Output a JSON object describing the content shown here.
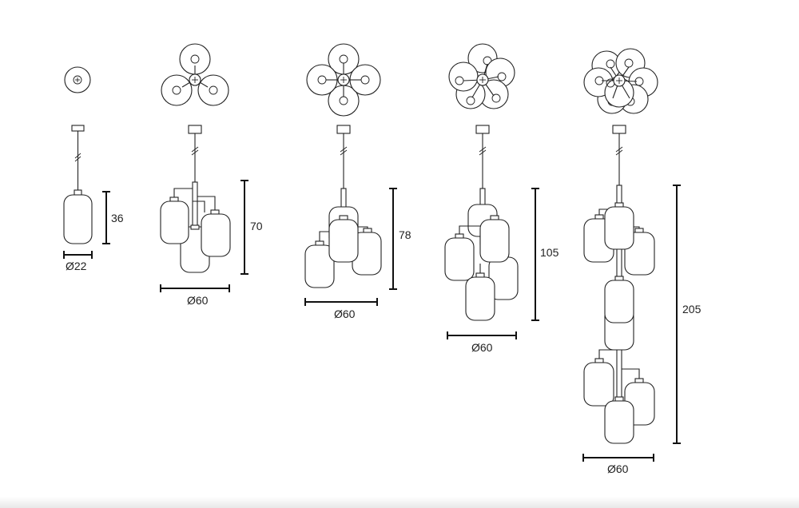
{
  "drawing": {
    "variants": [
      {
        "id": "v1",
        "lamps": 1,
        "height_label": "36",
        "diameter_label": "Ø22"
      },
      {
        "id": "v3",
        "lamps": 3,
        "height_label": "70",
        "diameter_label": "Ø60"
      },
      {
        "id": "v4",
        "lamps": 4,
        "height_label": "78",
        "diameter_label": "Ø60"
      },
      {
        "id": "v5",
        "lamps": 5,
        "height_label": "105",
        "diameter_label": "Ø60"
      },
      {
        "id": "v7",
        "lamps": 7,
        "height_label": "205",
        "diameter_label": "Ø60"
      }
    ],
    "colors": {
      "line": "#222222",
      "background": "#ffffff"
    }
  }
}
